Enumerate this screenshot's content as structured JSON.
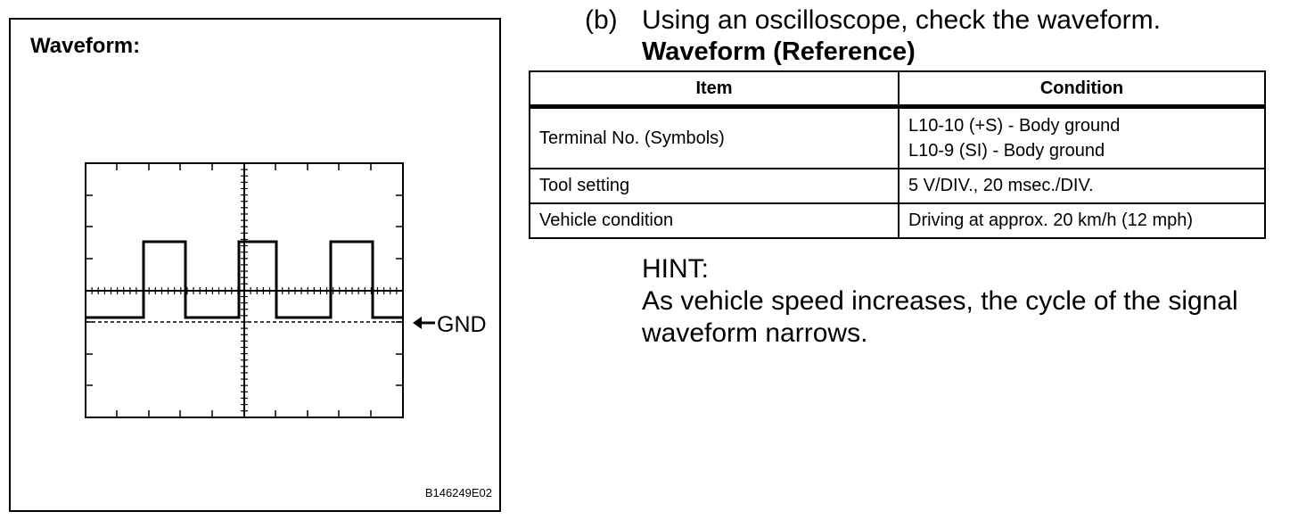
{
  "figure": {
    "title": "Waveform:",
    "gnd_label": "GND",
    "code": "B146249E02"
  },
  "step": {
    "number": "(b)",
    "text": "Using an oscilloscope, check the waveform."
  },
  "reference_title": "Waveform (Reference)",
  "table": {
    "headers": [
      "Item",
      "Condition"
    ],
    "rows": [
      {
        "item": "Terminal No. (Symbols)",
        "condition": [
          "L10-10 (+S) - Body ground",
          "L10-9 (SI) - Body ground"
        ]
      },
      {
        "item": "Tool setting",
        "condition": [
          "5 V/DIV., 20 msec./DIV."
        ]
      },
      {
        "item": "Vehicle condition",
        "condition": [
          "Driving at approx. 20 km/h (12 mph)"
        ]
      }
    ]
  },
  "hint": {
    "label": "HINT:",
    "text": "As vehicle speed increases, the cycle of the signal waveform narrows."
  }
}
